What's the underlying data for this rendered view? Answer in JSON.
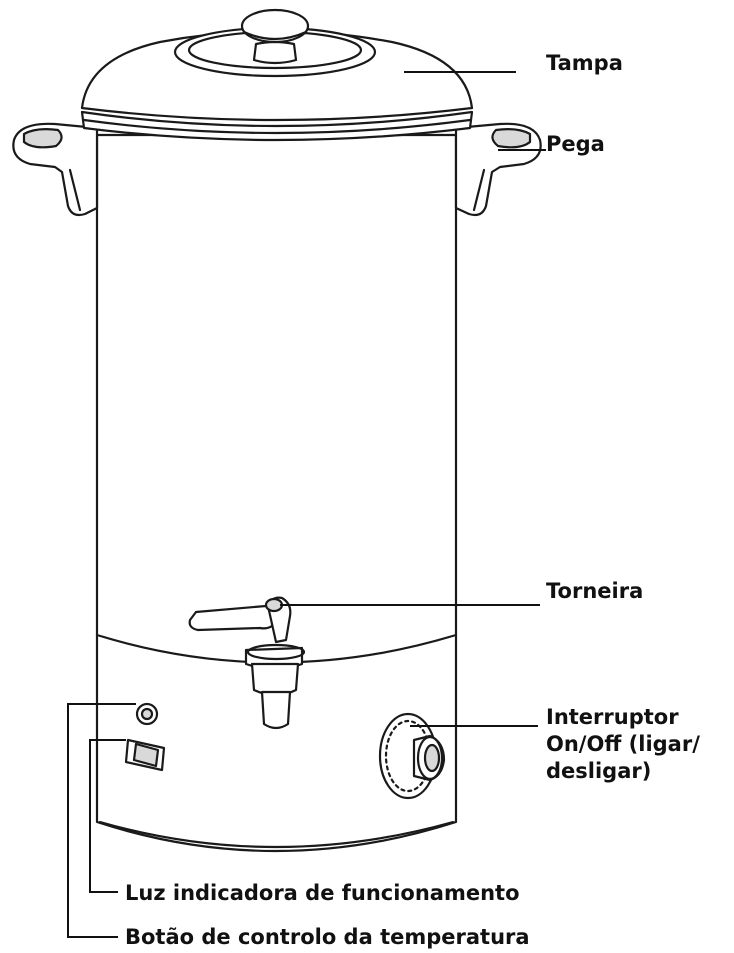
{
  "labels": {
    "tampa": "Tampa",
    "pega": "Pega",
    "torneira": "Torneira",
    "interruptor": [
      "Interruptor",
      "On/Off (ligar/",
      "desligar)"
    ],
    "luz": "Luz indicadora de funcionamento",
    "botao": "Botão de controlo da temperatura"
  },
  "colors": {
    "line": "#1a1a1a",
    "fill": "#ffffff",
    "shade": "#d9d9d9"
  }
}
